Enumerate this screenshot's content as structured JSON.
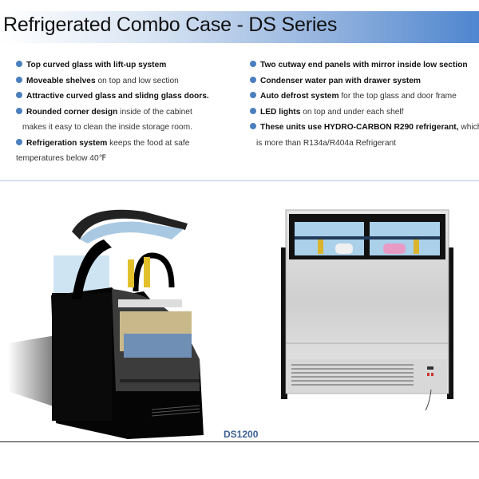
{
  "header": {
    "title": "Refrigerated Combo Case - DS Series"
  },
  "features_left": [
    {
      "bold": "Top curved glass with lift-up system",
      "text": ""
    },
    {
      "bold": "Moveable shelves",
      "text": " on top and low section"
    },
    {
      "bold": "Attractive curved glass and slidng glass doors.",
      "text": ""
    },
    {
      "bold": "Rounded corner design",
      "text": " inside of the cabinet",
      "continuation": "makes it easy to clean the inside storage room."
    },
    {
      "bold": "Refrigeration system",
      "text": " keeps the food at   safe",
      "continuation": "temperatures below 40℉"
    }
  ],
  "features_right": [
    {
      "bold": "Two cutway end panels with mirror inside low section",
      "text": ""
    },
    {
      "bold": "Condenser water pan with drawer system",
      "text": ""
    },
    {
      "bold": "Auto defrost system",
      "text": " for the top glass and door frame"
    },
    {
      "bold": "LED lights",
      "text": " on top and under each shelf"
    },
    {
      "bold": "These units use HYDRO-CARBON R290 refrigerant,",
      "text": " which",
      "continuation": "is more than R134a/R404a Refrigerant"
    }
  ],
  "product": {
    "model": "DS1200"
  },
  "colors": {
    "bullet": "#4a7fc0",
    "band_end": "#4f86cf",
    "model_text": "#3d5f94"
  }
}
